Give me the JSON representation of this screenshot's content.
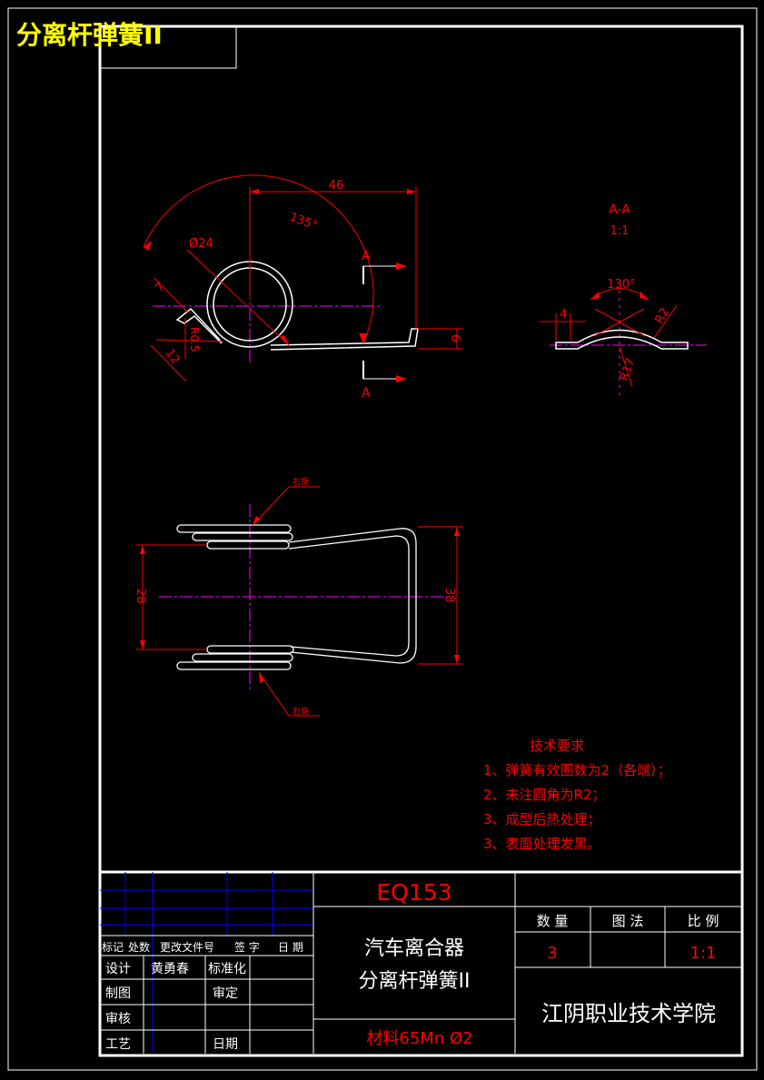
{
  "sheet_title": "分离杆弹簧II",
  "colors": {
    "background": "#000000",
    "frame": "#ffffff",
    "dimension": "#ff0000",
    "centerline": "#ff00ff",
    "title_text": "#ffff00",
    "table_line": "#0000ff"
  },
  "front_view": {
    "dim_width": "46",
    "dim_angle": "135°",
    "dim_diameter": "Ø24",
    "dim_7": "7",
    "dim_radius": "R0.5",
    "dim_12": "12",
    "dim_6": "6",
    "section_mark_top": "A",
    "section_mark_bottom": "A"
  },
  "section_view": {
    "title": "A-A",
    "scale": "1:1",
    "dim_angle": "130°",
    "dim_4": "4",
    "dim_r2": "R2",
    "dim_r17": "R17"
  },
  "top_view": {
    "dim_28": "28",
    "dim_38": "38",
    "label_top": "右旋",
    "label_bottom": "右旋"
  },
  "tech_requirements": {
    "heading": "技术要求",
    "items": [
      "1、弹簧有效圈数为2（各端）；",
      "2、未注圆角为R2；",
      "3、成型后热处理；",
      "3、表面处理发黑。"
    ]
  },
  "title_block": {
    "drawing_no": "EQ153",
    "name_line1": "汽车离合器",
    "name_line2": "分离杆弹簧II",
    "material": "材料65Mn  Ø2",
    "school": "江阴职业技术学院",
    "hdr_quantity": "数 量",
    "hdr_method": "图 法",
    "hdr_scale": "比 例",
    "quantity": "3",
    "scale": "1:1",
    "rev_headers": [
      "标记",
      "处数",
      "更改文件号",
      "签 字",
      "日 期"
    ],
    "label_design": "设计",
    "designer": "黄勇春",
    "label_standard": "标准化",
    "label_draw": "制图",
    "label_approve": "审定",
    "label_check": "审核",
    "label_process": "工艺",
    "label_date": "日期"
  }
}
